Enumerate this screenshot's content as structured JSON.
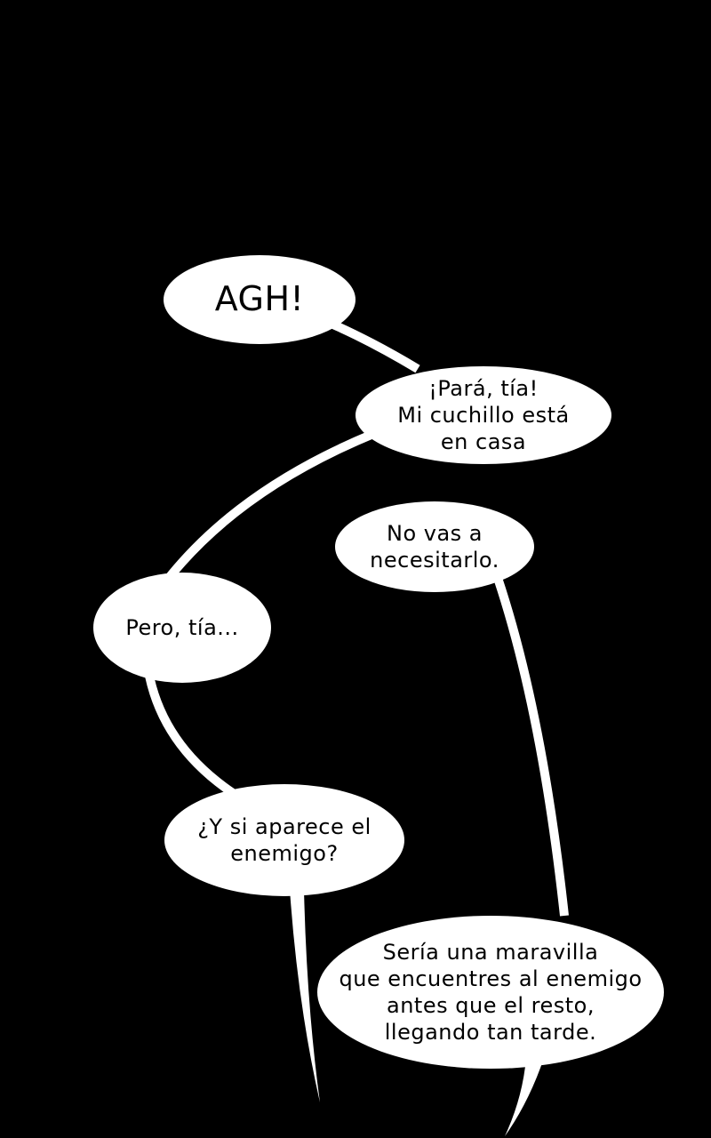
{
  "colors": {
    "background": "#000000",
    "bubble": "#ffffff",
    "text": "#000000"
  },
  "bubbles": [
    {
      "text": "AGH!"
    },
    {
      "text": "¡Pará, tía!\nMi cuchillo está\nen casa"
    },
    {
      "text": "No vas a\nnecesitarlo."
    },
    {
      "text": "Pero, tía..."
    },
    {
      "text": "¿Y si aparece el\nenemigo?"
    },
    {
      "text": "Sería una maravilla\nque encuentres al enemigo\nantes que el resto,\nllegando tan tarde."
    }
  ]
}
